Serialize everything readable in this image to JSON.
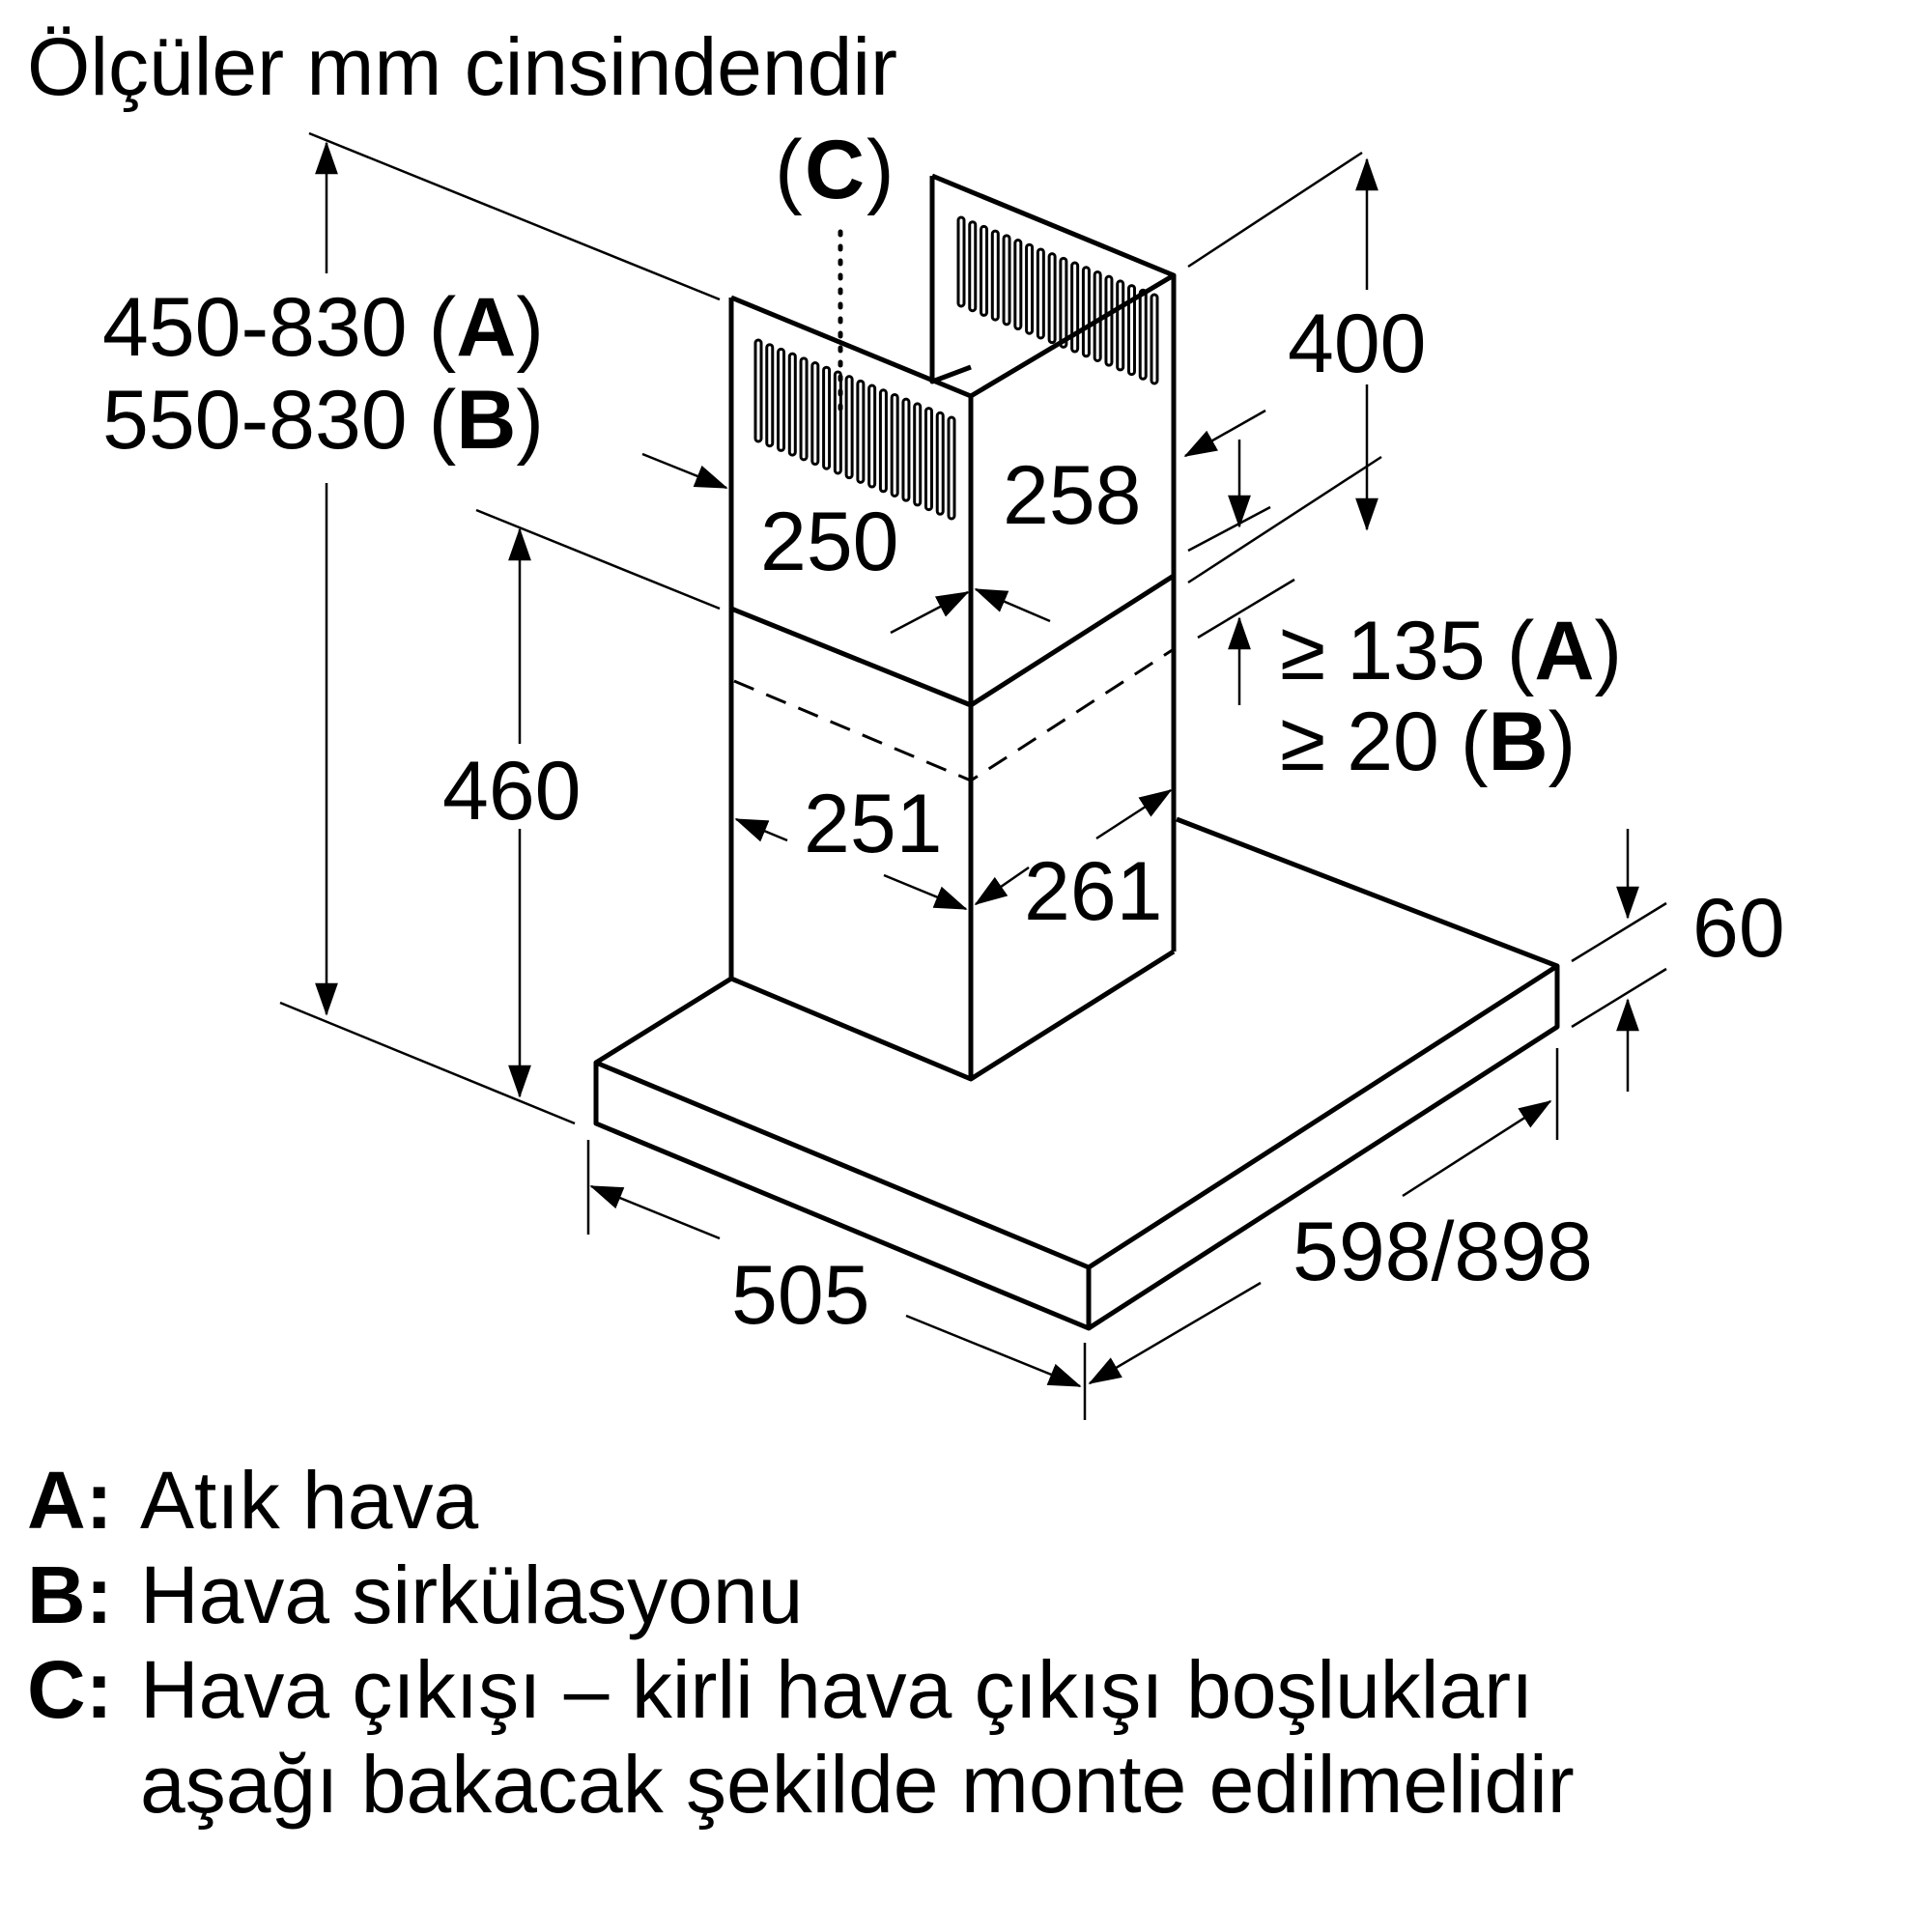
{
  "header": {
    "title": "Ölçüler mm cinsindendir"
  },
  "callouts": {
    "air_outlet": "C",
    "total_height_a": "450-830",
    "total_height_b": "550-830",
    "mode_a": "A",
    "mode_b": "B"
  },
  "dimensions": {
    "upper_chimney_height": "400",
    "chimney_depth_upper": "250",
    "chimney_width_upper": "258",
    "lower_chimney_height": "460",
    "chimney_depth_lower": "251",
    "chimney_width_lower": "261",
    "gap_a_value": "135",
    "gap_b_value": "20",
    "gap_symbol": "≥",
    "canopy_thickness": "60",
    "canopy_depth": "505",
    "canopy_width": "598/898"
  },
  "legend": [
    {
      "key": "A:",
      "text": "Atık hava",
      "text2": ""
    },
    {
      "key": "B:",
      "text": "Hava sirkülasyonu",
      "text2": ""
    },
    {
      "key": "C:",
      "text": "Hava çıkışı – kirli hava çıkışı boşlukları",
      "text2": "aşağı bakacak şekilde monte edilmelidir"
    }
  ]
}
